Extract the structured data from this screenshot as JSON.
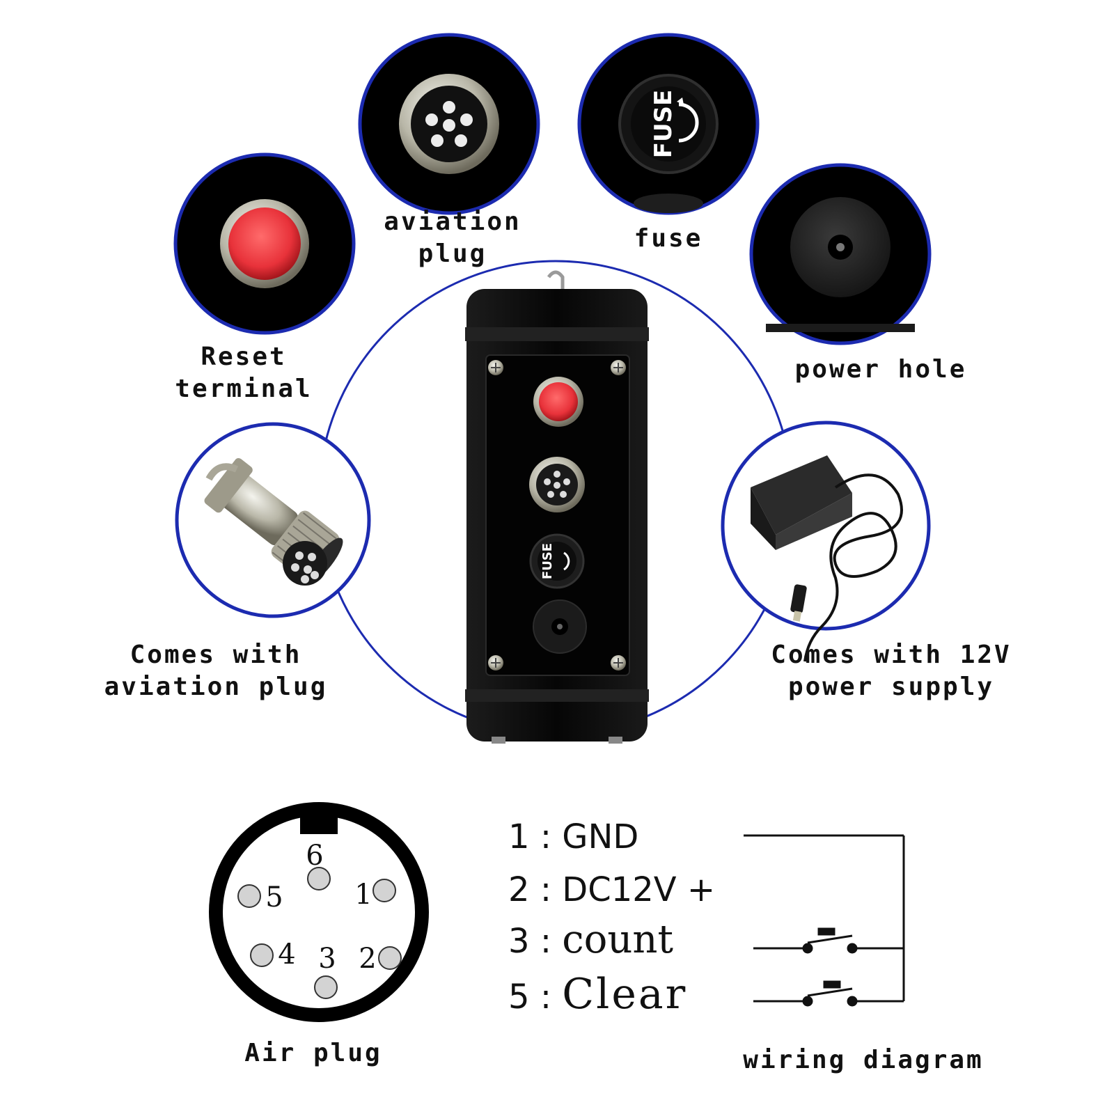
{
  "callouts": {
    "reset_terminal": [
      "Reset",
      "terminal"
    ],
    "aviation_plug": [
      "aviation",
      "plug"
    ],
    "fuse": [
      "fuse"
    ],
    "power_hole": [
      "power hole"
    ],
    "comes_with_plug": [
      "Comes with",
      "aviation plug"
    ],
    "comes_with_power": [
      "Comes with 12V",
      "power supply"
    ]
  },
  "fuse_marking": "FUSE",
  "air_plug": {
    "caption": "Air plug",
    "pins": [
      "6",
      "5",
      "1",
      "4",
      "3",
      "2"
    ]
  },
  "pinout": [
    {
      "num": "1",
      "sep": ":",
      "name": "GND"
    },
    {
      "num": "2",
      "sep": ":",
      "name": "DC12V +"
    },
    {
      "num": "3",
      "sep": ":",
      "name": "count"
    },
    {
      "num": "5",
      "sep": ":",
      "name": "Clear"
    }
  ],
  "wiring_caption": "wiring diagram",
  "colors": {
    "ring_blue": "#1c2bb0",
    "button_red": "#e8323a",
    "device_black": "#0b0b0b"
  }
}
